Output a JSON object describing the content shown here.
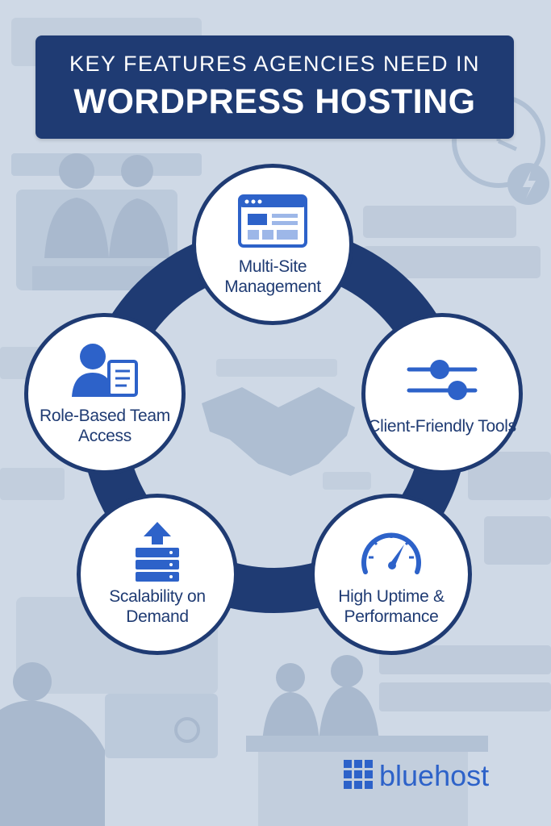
{
  "header": {
    "line1": "KEY FEATURES AGENCIES NEED IN",
    "line2": "WORDPRESS HOSTING"
  },
  "features": [
    {
      "label": "Multi-Site Management",
      "icon": "browser-window-icon"
    },
    {
      "label": "Client-Friendly Tools",
      "icon": "sliders-icon"
    },
    {
      "label": "Role-Based Team Access",
      "icon": "user-document-icon"
    },
    {
      "label": "Scalability on Demand",
      "icon": "server-upload-icon"
    },
    {
      "label": "High Uptime & Performance",
      "icon": "speedometer-icon"
    }
  ],
  "brand": {
    "name": "bluehost",
    "logo_icon": "grid-logo-icon",
    "color": "#2d62c9"
  },
  "colors": {
    "navy": "#1f3b73",
    "accent_blue": "#2d62c9",
    "background": "#cfd9e6"
  }
}
